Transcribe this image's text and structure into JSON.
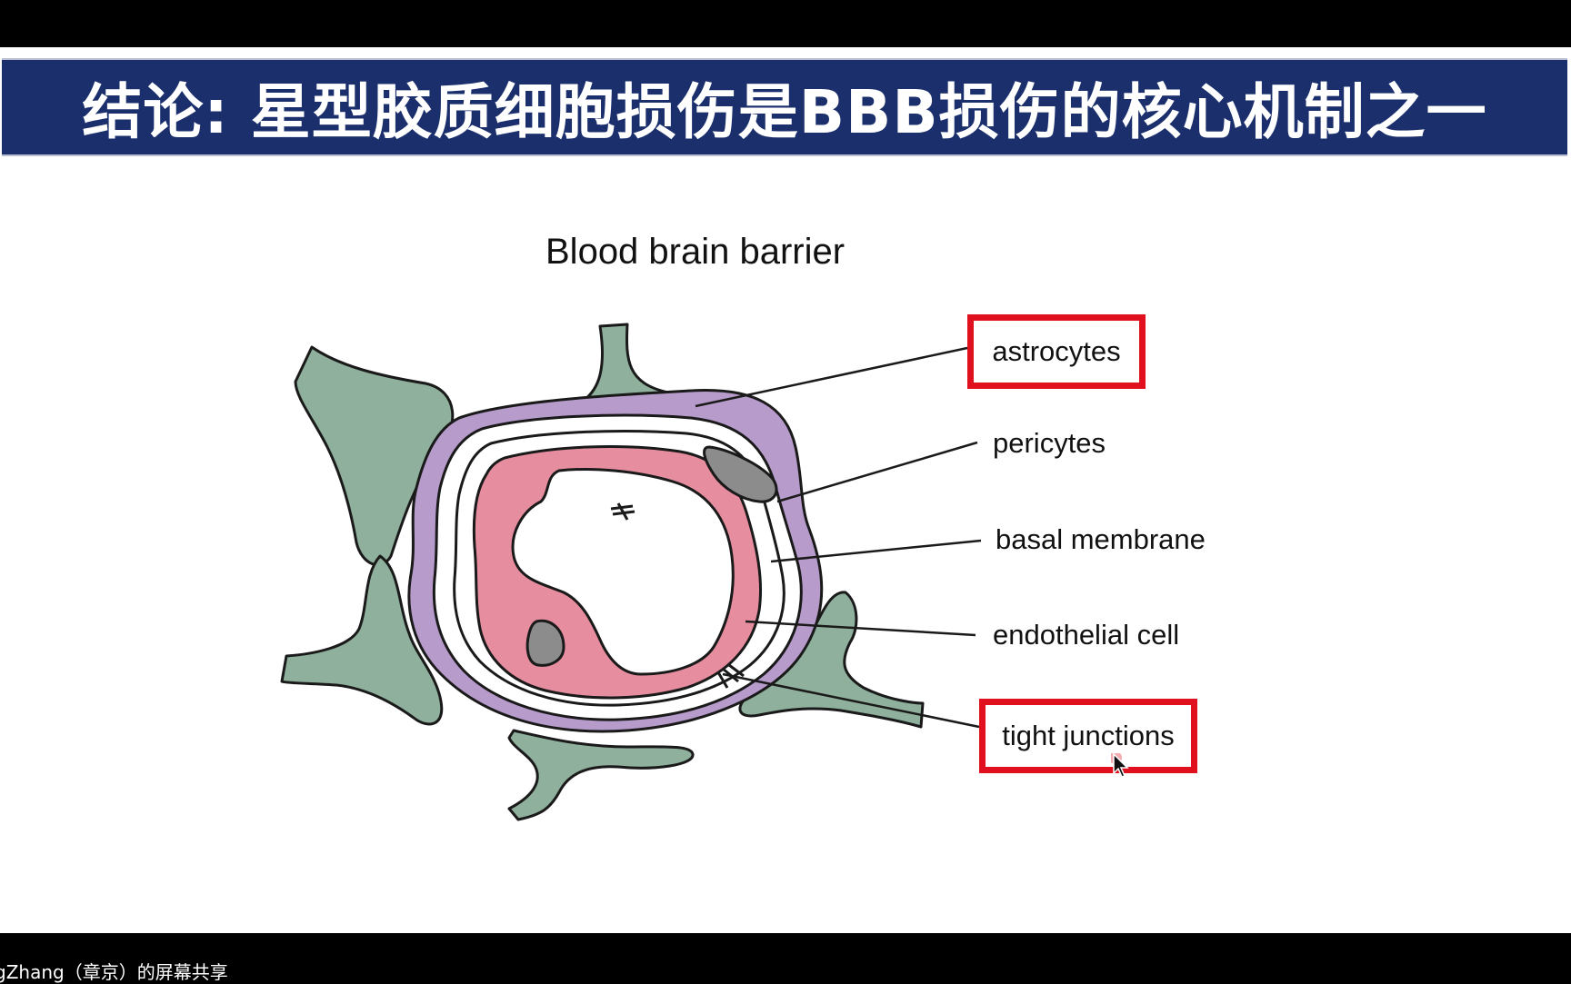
{
  "slide": {
    "title": "结论: 星型胶质细胞损伤是BBB损伤的核心机制之一",
    "diagram_title": "Blood brain barrier",
    "labels": {
      "astrocytes": "astrocytes",
      "pericytes": "pericytes",
      "basal_membrane": "basal membrane",
      "endothelial_cell": "endothelial cell",
      "tight_junctions": "tight junctions"
    },
    "highlighted": [
      "astrocytes",
      "tight junctions"
    ]
  },
  "screen_share": {
    "caption": "gZhang（章京）的屏幕共享"
  },
  "colors": {
    "title_banner": "#1b2f6d",
    "astrocyte": "#8fb09c",
    "pericyte": "#b79bcb",
    "endothelial": "#e68e9f",
    "nucleus": "#8c8c8c",
    "highlight": "#e0101e"
  }
}
